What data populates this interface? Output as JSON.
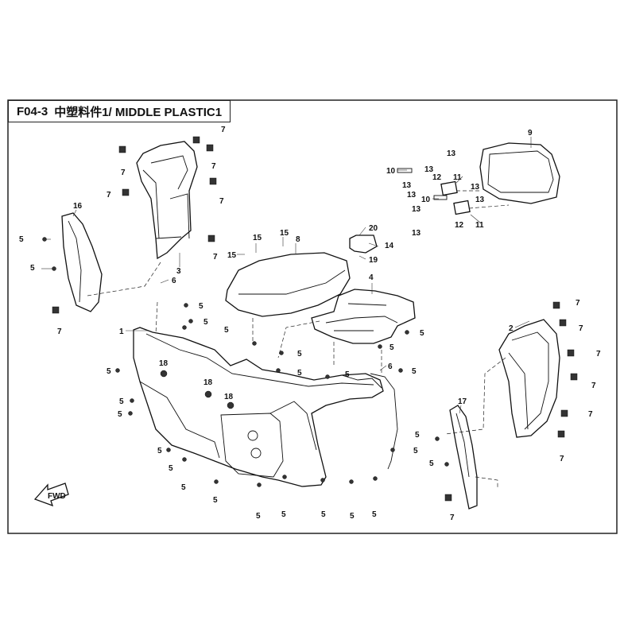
{
  "header": {
    "code": "F04-3",
    "title": "中塑料件1/ MIDDLE PLASTIC1"
  },
  "fwd_label": "FWD",
  "callouts": [
    {
      "id": "c1",
      "text": "1"
    },
    {
      "id": "c2",
      "text": "2"
    },
    {
      "id": "c3",
      "text": "3"
    },
    {
      "id": "c4",
      "text": "4"
    },
    {
      "id": "c6a",
      "text": "6"
    },
    {
      "id": "c6b",
      "text": "6"
    },
    {
      "id": "c8",
      "text": "8"
    },
    {
      "id": "c9",
      "text": "9"
    },
    {
      "id": "c10a",
      "text": "10"
    },
    {
      "id": "c10b",
      "text": "10"
    },
    {
      "id": "c11a",
      "text": "11"
    },
    {
      "id": "c11b",
      "text": "11"
    },
    {
      "id": "c12a",
      "text": "12"
    },
    {
      "id": "c12b",
      "text": "12"
    },
    {
      "id": "c14",
      "text": "14"
    },
    {
      "id": "c15a",
      "text": "15"
    },
    {
      "id": "c15b",
      "text": "15"
    },
    {
      "id": "c15c",
      "text": "15"
    },
    {
      "id": "c16",
      "text": "16"
    },
    {
      "id": "c17",
      "text": "17"
    },
    {
      "id": "c18a",
      "text": "18"
    },
    {
      "id": "c18b",
      "text": "18"
    },
    {
      "id": "c18c",
      "text": "18"
    },
    {
      "id": "c19",
      "text": "19"
    },
    {
      "id": "c20",
      "text": "20"
    }
  ],
  "fastener_5": "5",
  "fastener_7": "7",
  "fastener_13": "13"
}
